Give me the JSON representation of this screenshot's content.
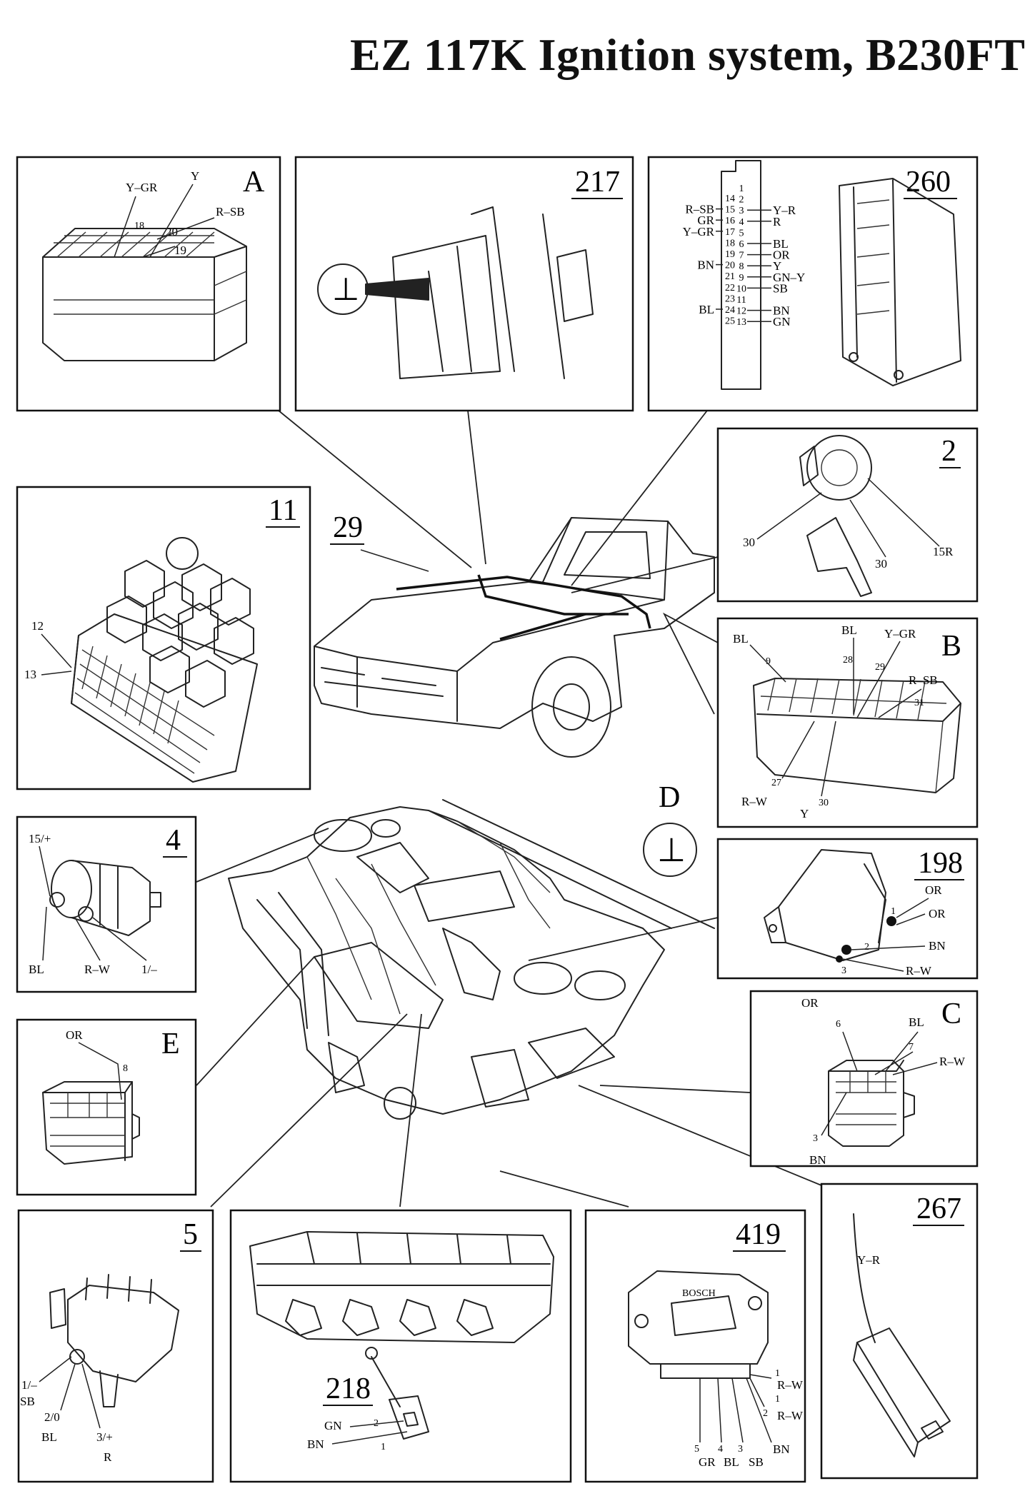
{
  "title": "EZ 117K Ignition system, B230FT",
  "panels": {
    "A": {
      "id": "A",
      "labels": [
        "Y–GR",
        "Y",
        "R–SB",
        "18",
        "20",
        "19"
      ]
    },
    "p217": {
      "id": "217",
      "ground": "⊥"
    },
    "p260": {
      "id": "260",
      "left_pins": [
        "14",
        "15",
        "16",
        "17",
        "18",
        "19",
        "20",
        "21",
        "22",
        "23",
        "24",
        "25"
      ],
      "right_pins": [
        "1",
        "2",
        "3",
        "4",
        "5",
        "6",
        "7",
        "8",
        "9",
        "10",
        "11",
        "12",
        "13"
      ],
      "left_wires": {
        "15": "R–SB",
        "16": "GR",
        "17": "Y–GR",
        "20": "BN",
        "24": "BL"
      },
      "right_wires": {
        "3": "Y–R",
        "4": "R",
        "6": "BL",
        "7": "OR",
        "8": "Y",
        "9": "GN–Y",
        "10": "SB",
        "12": "BN",
        "13": "GN"
      }
    },
    "p2": {
      "id": "2",
      "labels": [
        "30",
        "30",
        "15R"
      ]
    },
    "p11": {
      "id": "11",
      "labels": [
        "12",
        "13"
      ]
    },
    "p29": {
      "id": "29"
    },
    "B": {
      "id": "B",
      "labels": [
        "BL",
        "9",
        "BL",
        "28",
        "Y–GR",
        "29",
        "R–SB",
        "31",
        "27",
        "R–W",
        "Y",
        "30"
      ]
    },
    "D": {
      "id": "D",
      "ground": "⊥"
    },
    "p4": {
      "id": "4",
      "labels": [
        "15/+",
        "BL",
        "R–W",
        "1/–"
      ]
    },
    "p198": {
      "id": "198",
      "labels": [
        "OR",
        "1",
        "OR",
        "2",
        "BN",
        "3",
        "R–W"
      ]
    },
    "E": {
      "id": "E",
      "labels": [
        "OR",
        "8"
      ]
    },
    "C": {
      "id": "C",
      "labels": [
        "OR",
        "6",
        "BL",
        "7",
        "R–W",
        "3",
        "BN"
      ]
    },
    "p5": {
      "id": "5",
      "labels": [
        "1/–",
        "SB",
        "2/0",
        "BL",
        "3/+",
        "R"
      ]
    },
    "p218": {
      "id": "218",
      "labels": [
        "GN",
        "2",
        "BN",
        "1"
      ]
    },
    "p419": {
      "id": "419",
      "brand": "BOSCH",
      "labels": [
        "1",
        "R–W",
        "1",
        "2",
        "R–W",
        "5",
        "4",
        "3",
        "GR",
        "BL",
        "SB",
        "BN"
      ]
    },
    "p267": {
      "id": "267",
      "labels": [
        "Y–R"
      ]
    }
  }
}
